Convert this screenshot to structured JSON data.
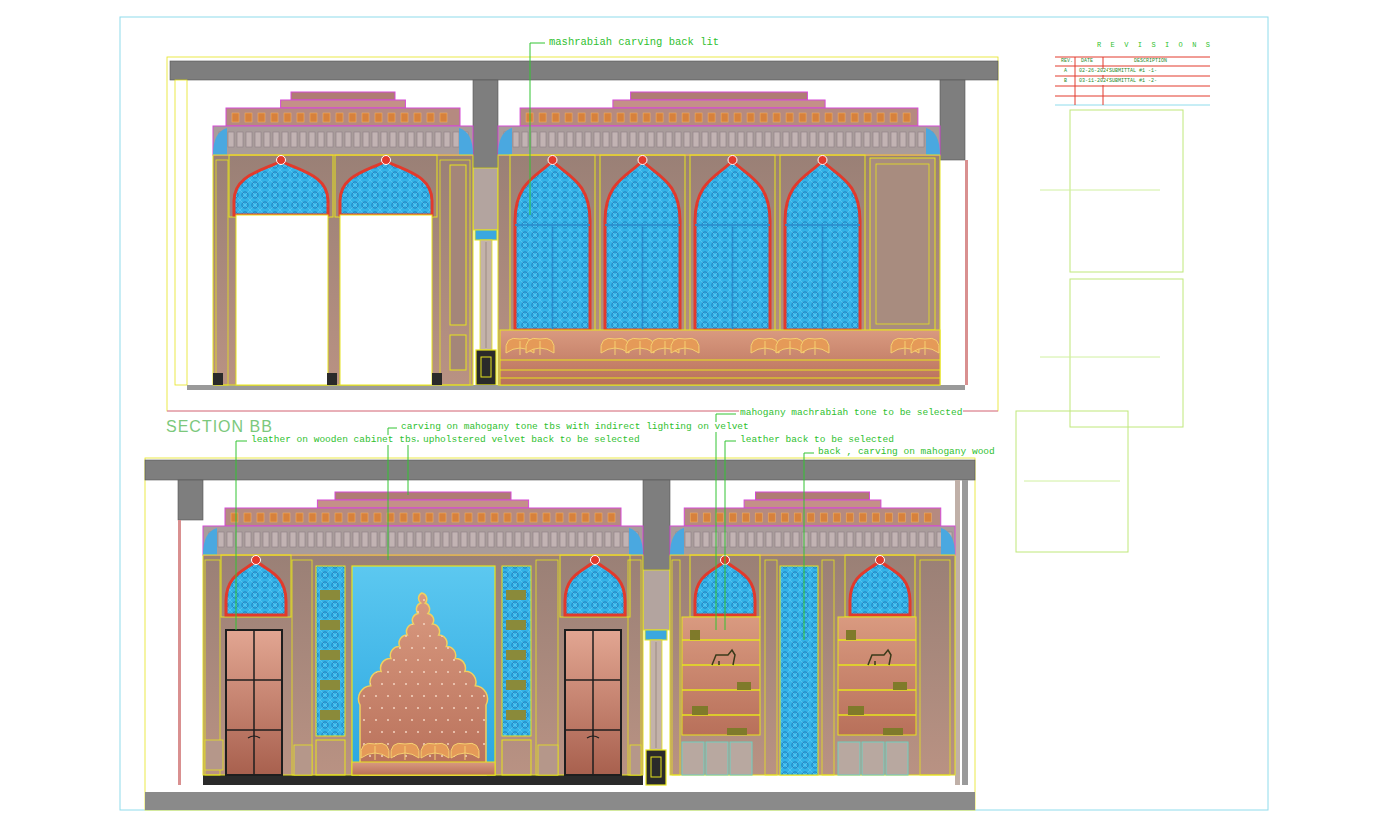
{
  "diagram": {
    "labels": [
      "mashrabiah carving back lit",
      "SECTION BB",
      "carving on mahogany tone tbs with indirect lighting on velvet",
      "mahogany machrabiah tone to be selected",
      "leather on wooden cabinet tbs",
      "upholstered velvet back to be selected",
      "leather back to be selected",
      "back , carving on mahogany wood",
      "R E V I S I O N S",
      "REV.",
      "DATE",
      "DESCRIPTION",
      "A",
      "02-26-2024",
      "SUBMITTAL #1 -1-",
      "B",
      "03-11-2024",
      "SUBMITTAL #1 -2-"
    ]
  }
}
